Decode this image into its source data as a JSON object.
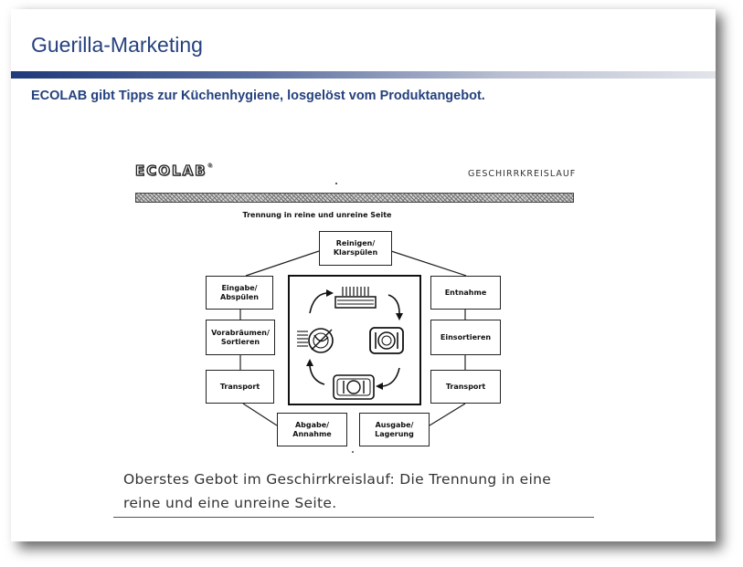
{
  "slide": {
    "title": "Guerilla-Marketing",
    "subtitle": "ECOLAB gibt Tipps zur Küchenhygiene, losgelöst vom Produktangebot."
  },
  "document": {
    "logo_text": "ECOLAB",
    "logo_registered": "®",
    "heading": "GESCHIRRKREISLAUF",
    "diagram_title": "Trennung in reine und unreine Seite",
    "boxes": {
      "top": "Reinigen/\nKlarspülen",
      "left_1": "Eingabe/\nAbspülen",
      "left_2": "Vorabräumen/\nSortieren",
      "left_3": "Transport",
      "right_1": "Entnahme",
      "right_2": "Einsortieren",
      "right_3": "Transport",
      "bottom_left": "Abgabe/\nAnnahme",
      "bottom_right": "Ausgabe/\nLagerung"
    },
    "center_icons": [
      "dishwasher-icon",
      "dirty-plate-icon",
      "clean-plate-icon",
      "tray-icon"
    ],
    "caption_line1": "Oberstes Gebot im Geschirrkreislauf: Die Trennung in eine",
    "caption_line2": "reine und eine unreine Seite."
  },
  "colors": {
    "title_blue": "#25417e",
    "bar_start": "#1f3a7a",
    "bar_end": "#e2e4ea"
  }
}
